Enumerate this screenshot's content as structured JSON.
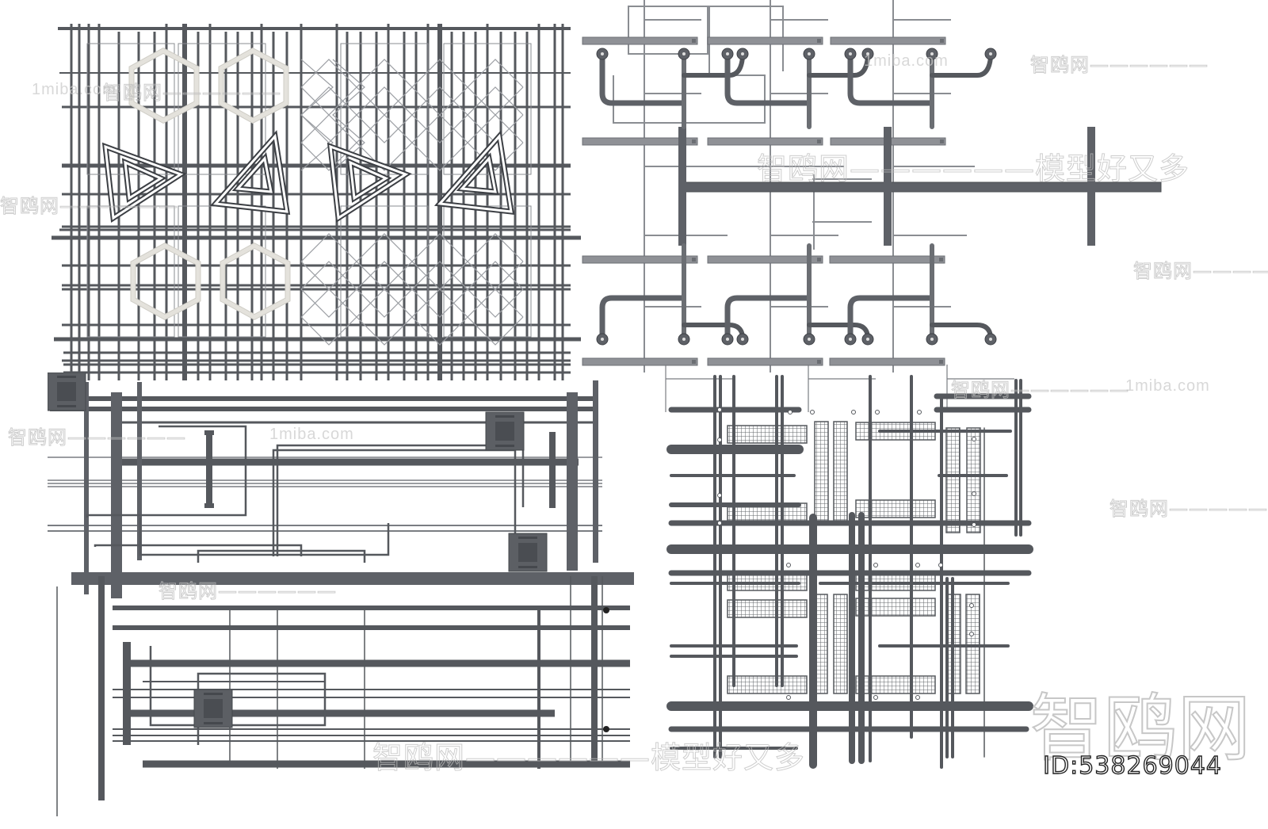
{
  "image": {
    "description": "3D render collage of exposed ceiling MEP systems (pipes, ducts, cable trays, cassette AC units)",
    "background": "#ffffff",
    "colors": {
      "pipe_dark": "#4a4d52",
      "pipe_mid": "#5e6167",
      "pipe_light": "#8a8d92",
      "duct_gray": "#8f9196",
      "hexagon_light": "#e4e2dc",
      "triangle_outline": "#ffffff",
      "mesh_tray": "#62656a",
      "watermark": "#c0c0c0",
      "id_text_stroke": "#222222"
    }
  },
  "panels": {
    "top_left": {
      "label": "ceiling grid with hexagon and triangle lights",
      "hexagons": 4,
      "triangles": 4,
      "diamond_lattices": 2
    },
    "top_right": {
      "label": "exhaust hose manifold system",
      "units": 6,
      "rails": 6
    },
    "bottom_left": {
      "label": "pipe network with cassette AC units",
      "ac_units": 3
    },
    "bottom_right": {
      "label": "cable trays and pipe rack",
      "mesh_trays": 16
    }
  },
  "watermarks": {
    "site": "1miba.com",
    "brand_line": "智鸥网——————模型好又多",
    "brand_short": "智鸥网——————",
    "brand_big": "智鸥网",
    "dashes": "——————",
    "site_line": "——————1miba.com"
  },
  "id_label": "ID:538269044"
}
